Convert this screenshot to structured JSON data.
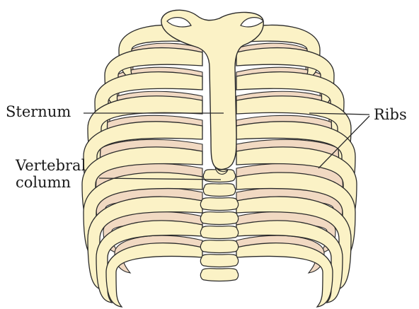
{
  "diagram": {
    "labels": {
      "sternum": "Sternum",
      "vertebral_line1": "Vertebral",
      "vertebral_line2": "column",
      "ribs": "Ribs"
    },
    "colors": {
      "bone_fill": "#fbf2c6",
      "back_rib_fill": "#f1d9c2",
      "outline": "#2a2a2a",
      "background": "#ffffff"
    }
  }
}
